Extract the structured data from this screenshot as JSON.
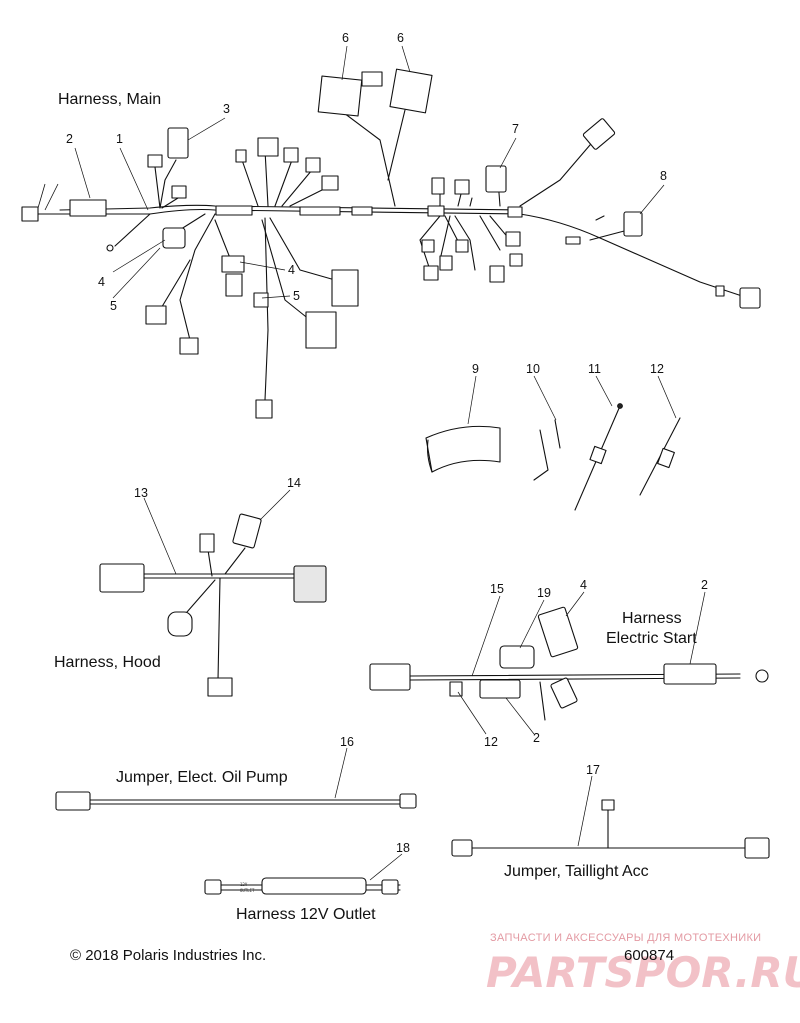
{
  "titles": {
    "harness_main": "Harness, Main",
    "harness_hood": "Harness, Hood",
    "harness_electric_start_line1": "Harness",
    "harness_electric_start_line2": "Electric Start",
    "jumper_oil_pump": "Jumper, Elect. Oil Pump",
    "jumper_taillight": "Jumper, Taillight Acc",
    "harness_12v": "Harness 12V Outlet"
  },
  "callouts": {
    "main_1": "1",
    "main_2": "2",
    "main_3": "3",
    "main_4a": "4",
    "main_4b": "4",
    "main_5a": "5",
    "main_5b": "5",
    "main_6a": "6",
    "main_6b": "6",
    "main_7": "7",
    "main_8": "8",
    "loose_9": "9",
    "loose_10": "10",
    "loose_11": "11",
    "loose_12": "12",
    "hood_13": "13",
    "hood_14": "14",
    "start_15": "15",
    "start_19": "19",
    "start_4": "4",
    "start_2a": "2",
    "start_12": "12",
    "start_2b": "2",
    "jumper_16": "16",
    "jumper_17": "17",
    "outlet_18": "18"
  },
  "outlet_fine_print": [
    "12V",
    "OUTLET"
  ],
  "footer": {
    "copyright": "© 2018 Polaris Industries Inc.",
    "figure_number": "600874"
  },
  "watermark": {
    "tagline": "ЗАПЧАСТИ И АКСЕССУАРЫ ДЛЯ МОТОТЕХНИКИ",
    "brand": "PARTSPOR.RU",
    "color": "#e39aa3"
  }
}
